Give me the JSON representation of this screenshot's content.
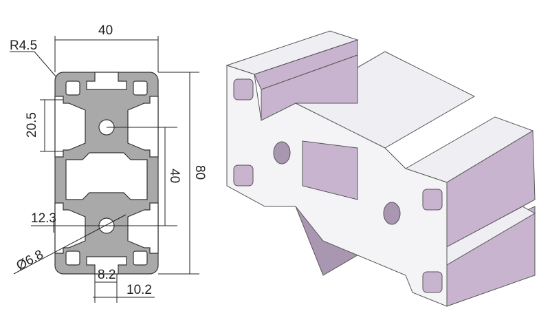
{
  "dimensions": {
    "width": "40",
    "corner_radius": "R4.5",
    "slot_pitch": "20.5",
    "center_distance": "40",
    "height": "80",
    "slot_depth": "12.3",
    "hole_diameter": "Ø6.8",
    "slot_opening": "8.2",
    "slot_width": "10.2"
  },
  "colors": {
    "section": "#a9a9a9",
    "profile_side": "#c8b4cf",
    "profile_top": "#eeeef3"
  }
}
